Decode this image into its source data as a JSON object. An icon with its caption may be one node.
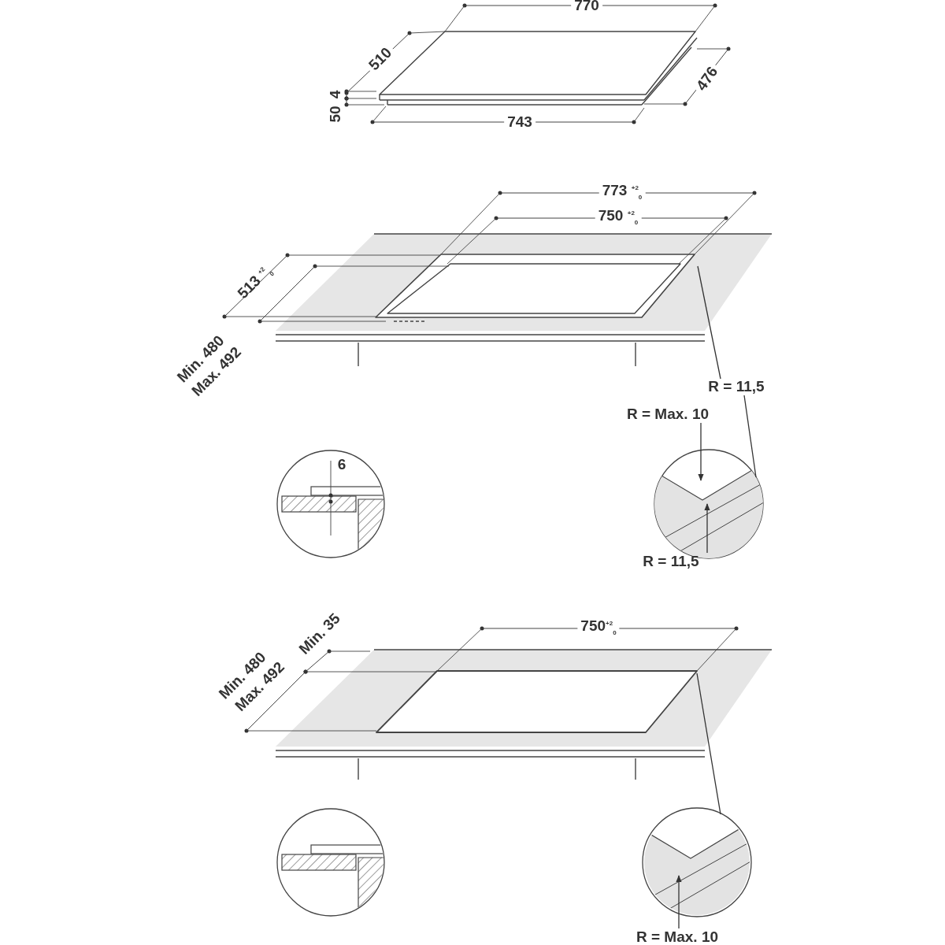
{
  "diagram": {
    "nodes": [
      {
        "text": [
          "R = 11,5"
        ]
      },
      {
        "text": [
          "R = Max. 10"
        ]
      },
      {
        "text": [],
        "shape": "circle"
      },
      {
        "text": [
          "R = 11,5"
        ]
      },
      {
        "text": [],
        "shape": "circle"
      },
      {
        "text": [
          "R = Max. 10"
        ]
      }
    ],
    "edges": [
      {
        "from": 0,
        "to": null,
        "arrow": "none"
      },
      {
        "from": 0,
        "to": 2,
        "arrow": "none"
      },
      {
        "from": 1,
        "to": 2,
        "arrow": "to"
      },
      {
        "from": 3,
        "to": 2,
        "arrow": "to"
      },
      {
        "from": null,
        "to": 4,
        "arrow": "none"
      },
      {
        "from": 5,
        "to": 4,
        "arrow": "to"
      }
    ],
    "labels": [
      "770",
      "510",
      "4",
      "50",
      "476",
      "743",
      "773 $^{+2}$$_{0}$",
      "750 $^{+2}$$_{0}$",
      "513 $^{+2}$$_{0}$",
      "Min. 480",
      "Max. 492",
      "6",
      "750$^{+2}$$_{0}$",
      "Min. 35",
      "Min. 480",
      "Max. 492"
    ]
  }
}
